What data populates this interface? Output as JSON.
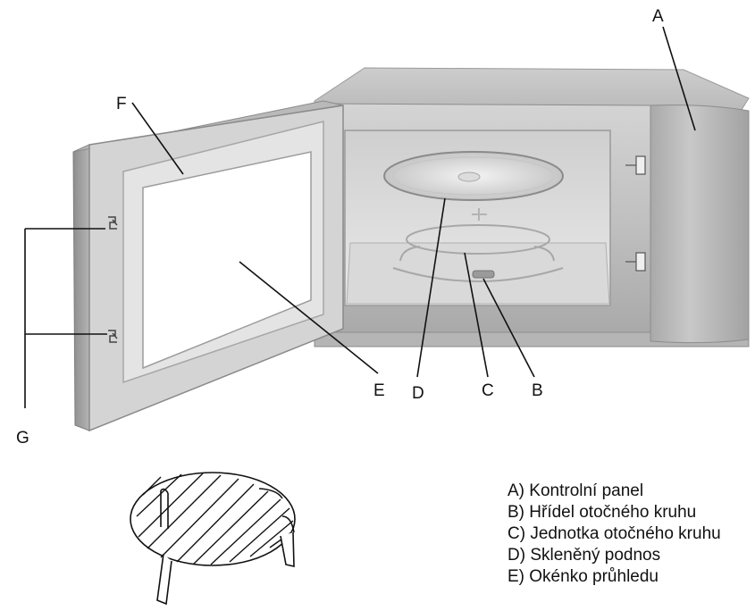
{
  "callouts": {
    "a": "A",
    "b": "B",
    "c": "C",
    "d": "D",
    "e": "E",
    "f": "F",
    "g": "G"
  },
  "legend": [
    "A) Kontrolní panel",
    "B) Hřídel otočného kruhu",
    "C) Jednotka otočného kruhu",
    "D) Skleněný podnos",
    "E) Okénko průhledu"
  ],
  "colors": {
    "line": "#111111",
    "body": "#c4c4c4",
    "body_dark": "#9a9a9a",
    "panel": "#b2b2b2",
    "door_frame": "#d7d7d7",
    "window": "#ffffff",
    "cavity": "#e2e2e2"
  }
}
